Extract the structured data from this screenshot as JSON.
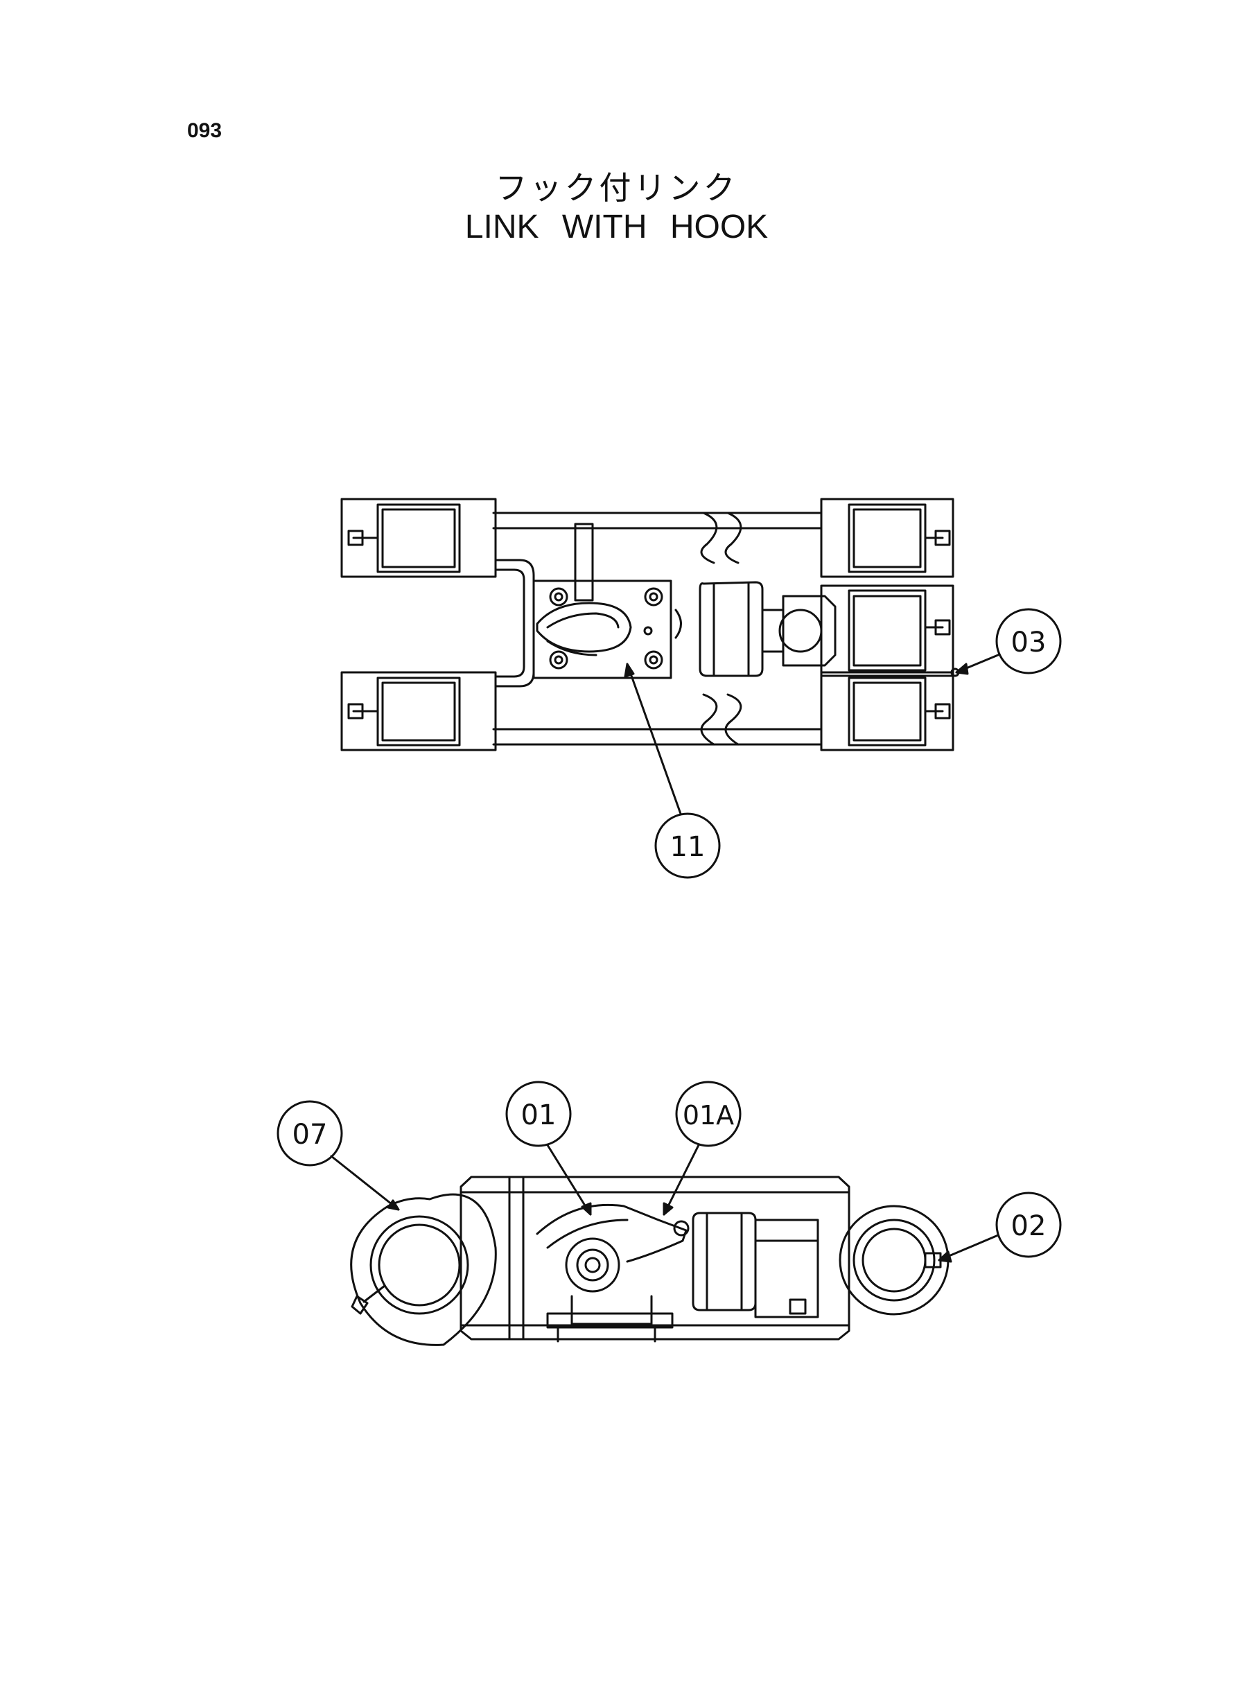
{
  "page_number": "093",
  "title_ja": "フック付リンク",
  "title_en": "LINK  WITH  HOOK",
  "callouts": {
    "c03": "03",
    "c11": "11",
    "c07": "07",
    "c01": "01",
    "c01a": "01A",
    "c02": "02"
  }
}
